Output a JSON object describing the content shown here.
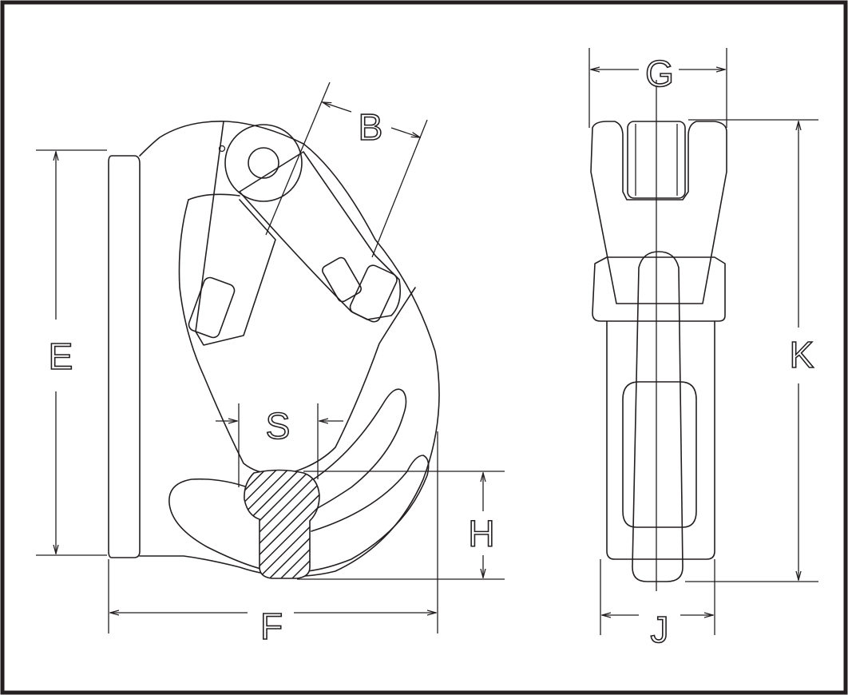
{
  "diagram": {
    "dimension_labels": {
      "B": "B",
      "E": "E",
      "S": "S",
      "H": "H",
      "F": "F",
      "G": "G",
      "K": "K",
      "J": "J"
    },
    "colors": {
      "line": "#231f20",
      "background": "#ffffff",
      "border": "#231f20"
    }
  }
}
